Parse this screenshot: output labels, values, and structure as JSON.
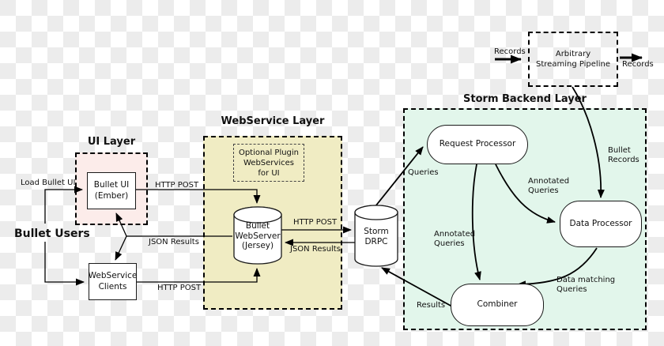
{
  "layers": {
    "ui": {
      "title": "UI Layer"
    },
    "webservice": {
      "title": "WebService Layer"
    },
    "storm": {
      "title": "Storm Backend Layer"
    }
  },
  "nodes": {
    "bullet_users": {
      "label": "Bullet Users"
    },
    "bullet_ui": {
      "label": "Bullet UI\n(Ember)"
    },
    "webservice_clients": {
      "label": "WebService\nClients"
    },
    "optional_plugin": {
      "label": "Optional Plugin\nWebServices\nfor UI"
    },
    "bullet_webserver": {
      "label": "Bullet\nWebServer\n(Jersey)"
    },
    "storm_drpc": {
      "label": "Storm\nDRPC"
    },
    "request_processor": {
      "label": "Request Processor"
    },
    "data_processor": {
      "label": "Data Processor"
    },
    "combiner": {
      "label": "Combiner"
    },
    "pipeline": {
      "label": "Arbitrary\nStreaming Pipeline"
    }
  },
  "edge_labels": {
    "load_bullet_ui": "Load Bullet UI",
    "http_post_ui": "HTTP POST",
    "json_results_ui": "JSON Results",
    "http_post_clients": "HTTP POST",
    "http_post_drpc": "HTTP POST",
    "json_results_drpc": "JSON Results",
    "queries": "Queries",
    "annotated_queries_combiner": "Annotated\nQueries",
    "annotated_queries_dp": "Annotated\nQueries",
    "bullet_records": "Bullet\nRecords",
    "data_matching": "Data matching\nQueries",
    "results": "Results",
    "records_in": "Records",
    "records_out": "Records"
  },
  "colors": {
    "ui_layer": "#fcecea",
    "webservice_layer": "#f0ecc3",
    "storm_layer": "#e2f6eb",
    "node_fill": "#ffffff",
    "stroke": "#000000"
  }
}
